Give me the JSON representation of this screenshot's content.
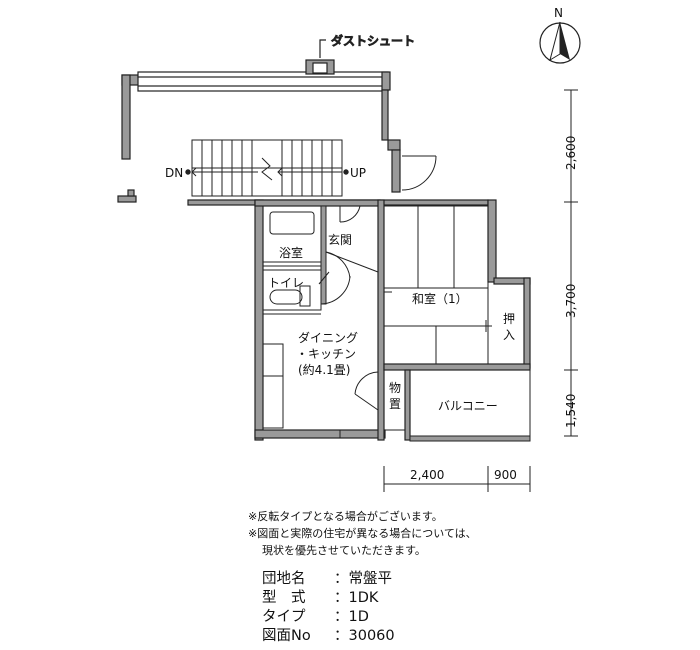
{
  "plan": {
    "labels": {
      "dust_chute": "ダストシュート",
      "dn": "DN",
      "up": "UP",
      "genkan": "玄関",
      "bath": "浴室",
      "toilet": "トイレ",
      "washitsu": "和室（1）",
      "oshiire": "押入",
      "dk_line1": "ダイニング",
      "dk_line2": "・キッチン",
      "dk_line3": "(約4.1畳)",
      "storage": "物置",
      "balcony": "バルコニー"
    },
    "north_label": "N",
    "dims_vertical": [
      "2,600",
      "3,700",
      "1,540"
    ],
    "dims_horizontal": [
      "2,400",
      "900"
    ]
  },
  "notes": [
    "※反転タイプとなる場合がございます。",
    "※図面と実際の住宅が異なる場合については、",
    "現状を優先させていただきます。"
  ],
  "info": {
    "rows": [
      {
        "label": "団地名",
        "value": "常盤平"
      },
      {
        "label": "型　式",
        "value": "1DK"
      },
      {
        "label": "タイプ",
        "value": "1D"
      },
      {
        "label": "図面No",
        "value": "30060"
      }
    ]
  }
}
